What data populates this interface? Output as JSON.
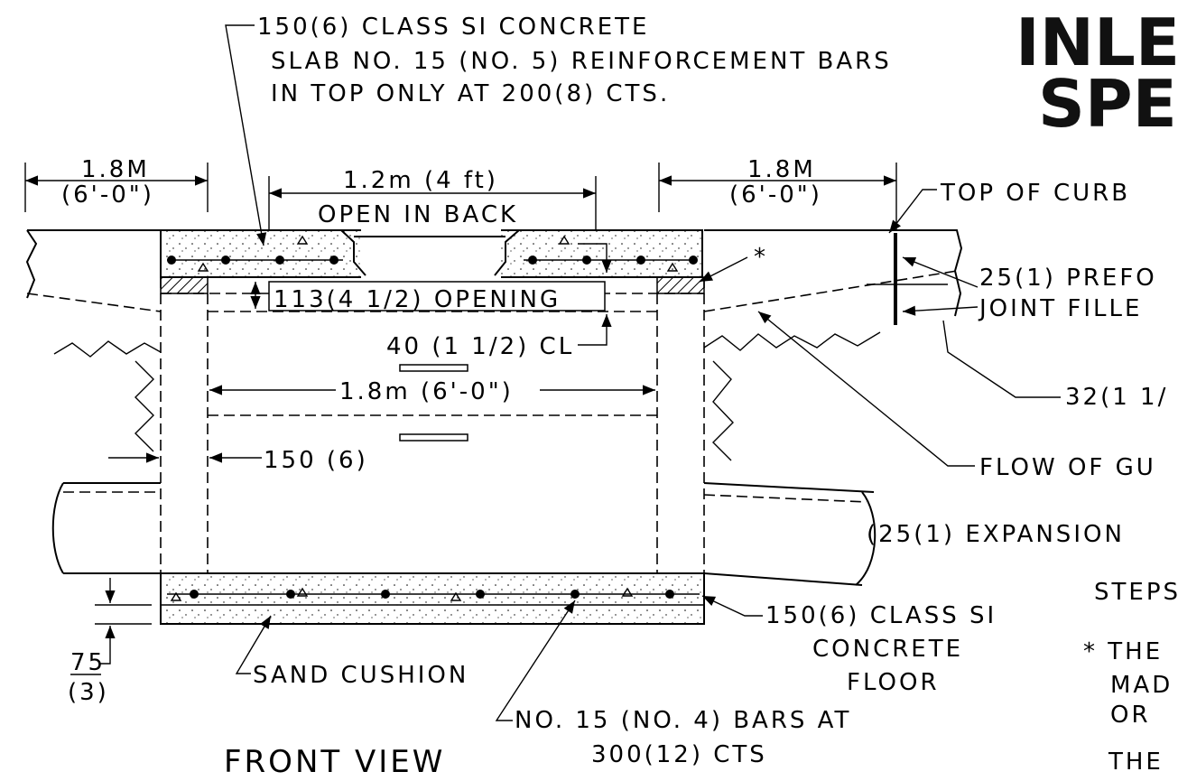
{
  "title": {
    "line1": "INLET",
    "line2": "SPEC"
  },
  "labels": {
    "slab_line1": "150(6) CLASS SI CONCRETE",
    "slab_line2": "SLAB NO. 15 (NO. 5) REINFORCEMENT BARS",
    "slab_line3": "IN TOP ONLY AT 200(8) CTS.",
    "dim_left_m": "1.8M",
    "dim_left_ft": "(6'-0\")",
    "dim_mid_m": "1.2m (4 ft)",
    "dim_mid_note": "OPEN IN BACK",
    "dim_right_m": "1.8M",
    "dim_right_ft": "(6'-0\")",
    "top_of_curb": "TOP OF CURB",
    "asterisk": "*",
    "opening": "113(4 1/2) OPENING",
    "clear": "40 (1 1/2) CL",
    "inner_width": "1.8m (6'-0\")",
    "wall": "150 (6)",
    "prefo_line1": "25(1) PREFO",
    "prefo_line2": "JOINT FILLE",
    "gutter_dim": "32(1 1/",
    "flow": "FLOW OF GU",
    "expansion": "(25(1) EXPANSION",
    "floor_line1": "150(6) CLASS SI",
    "floor_line2": "CONCRETE",
    "floor_line3": "FLOOR",
    "steps": "STEPS",
    "note_line1": "* THE",
    "note_line2": "MAD",
    "note_line3": "OR",
    "note_line4": "THE",
    "cushion_dim_top": "75",
    "cushion_dim_bot": "(3)",
    "sand": "SAND CUSHION",
    "bars_line1": "NO. 15 (NO. 4) BARS AT",
    "bars_line2": "300(12) CTS",
    "front_view": "FRONT VIEW"
  }
}
